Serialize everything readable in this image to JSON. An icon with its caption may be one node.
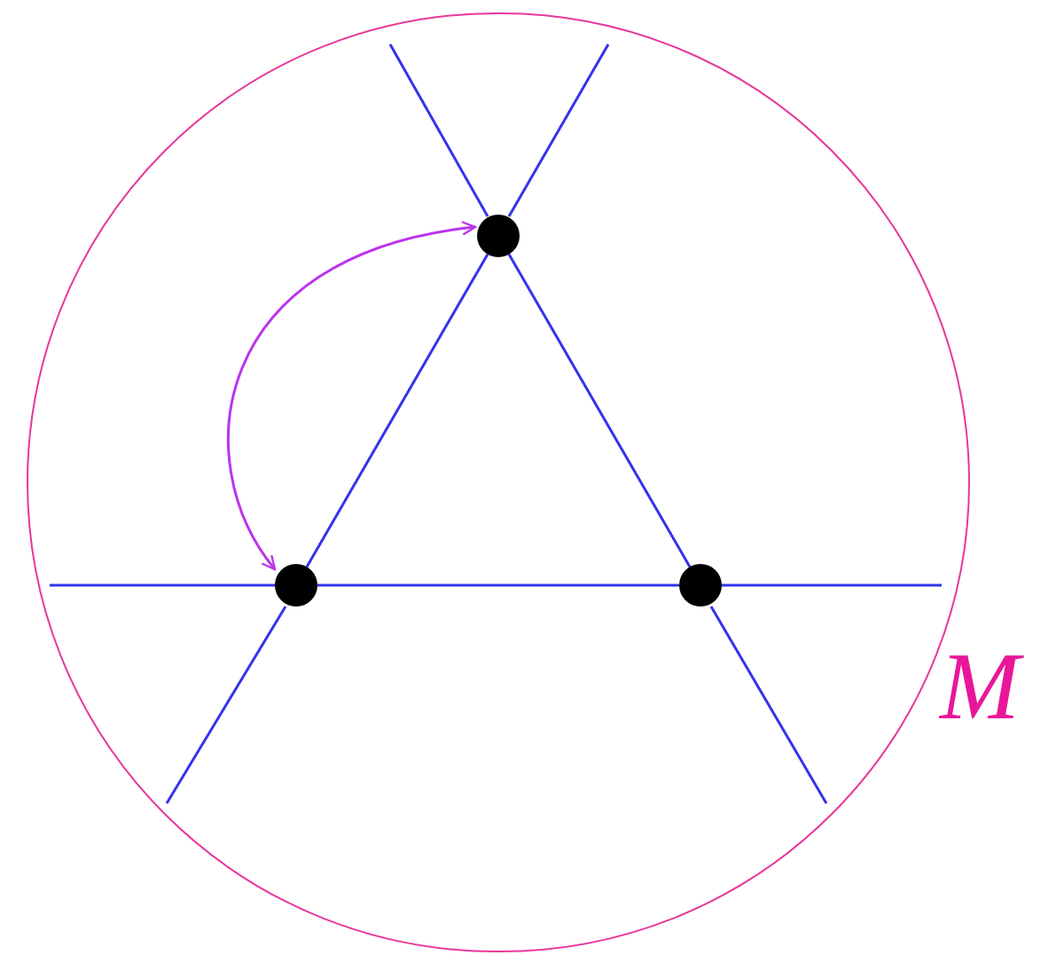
{
  "diagram": {
    "nodes": [
      {
        "text": [],
        "shape": "circle",
        "beside": [
          "M"
        ]
      },
      {
        "text": [],
        "shape": "circle",
        "in": 0
      },
      {
        "text": [],
        "shape": "circle",
        "in": 0
      },
      {
        "text": [],
        "shape": "circle",
        "in": 0
      }
    ],
    "edges": [
      {
        "from": 2,
        "to": 1,
        "arrow": "none"
      },
      {
        "from": 1,
        "to": 3,
        "arrow": "none"
      },
      {
        "from": 2,
        "to": 3,
        "arrow": "none"
      },
      {
        "from": 2,
        "to": 1,
        "arrow": "both",
        "color": "#bb33ee"
      }
    ]
  }
}
